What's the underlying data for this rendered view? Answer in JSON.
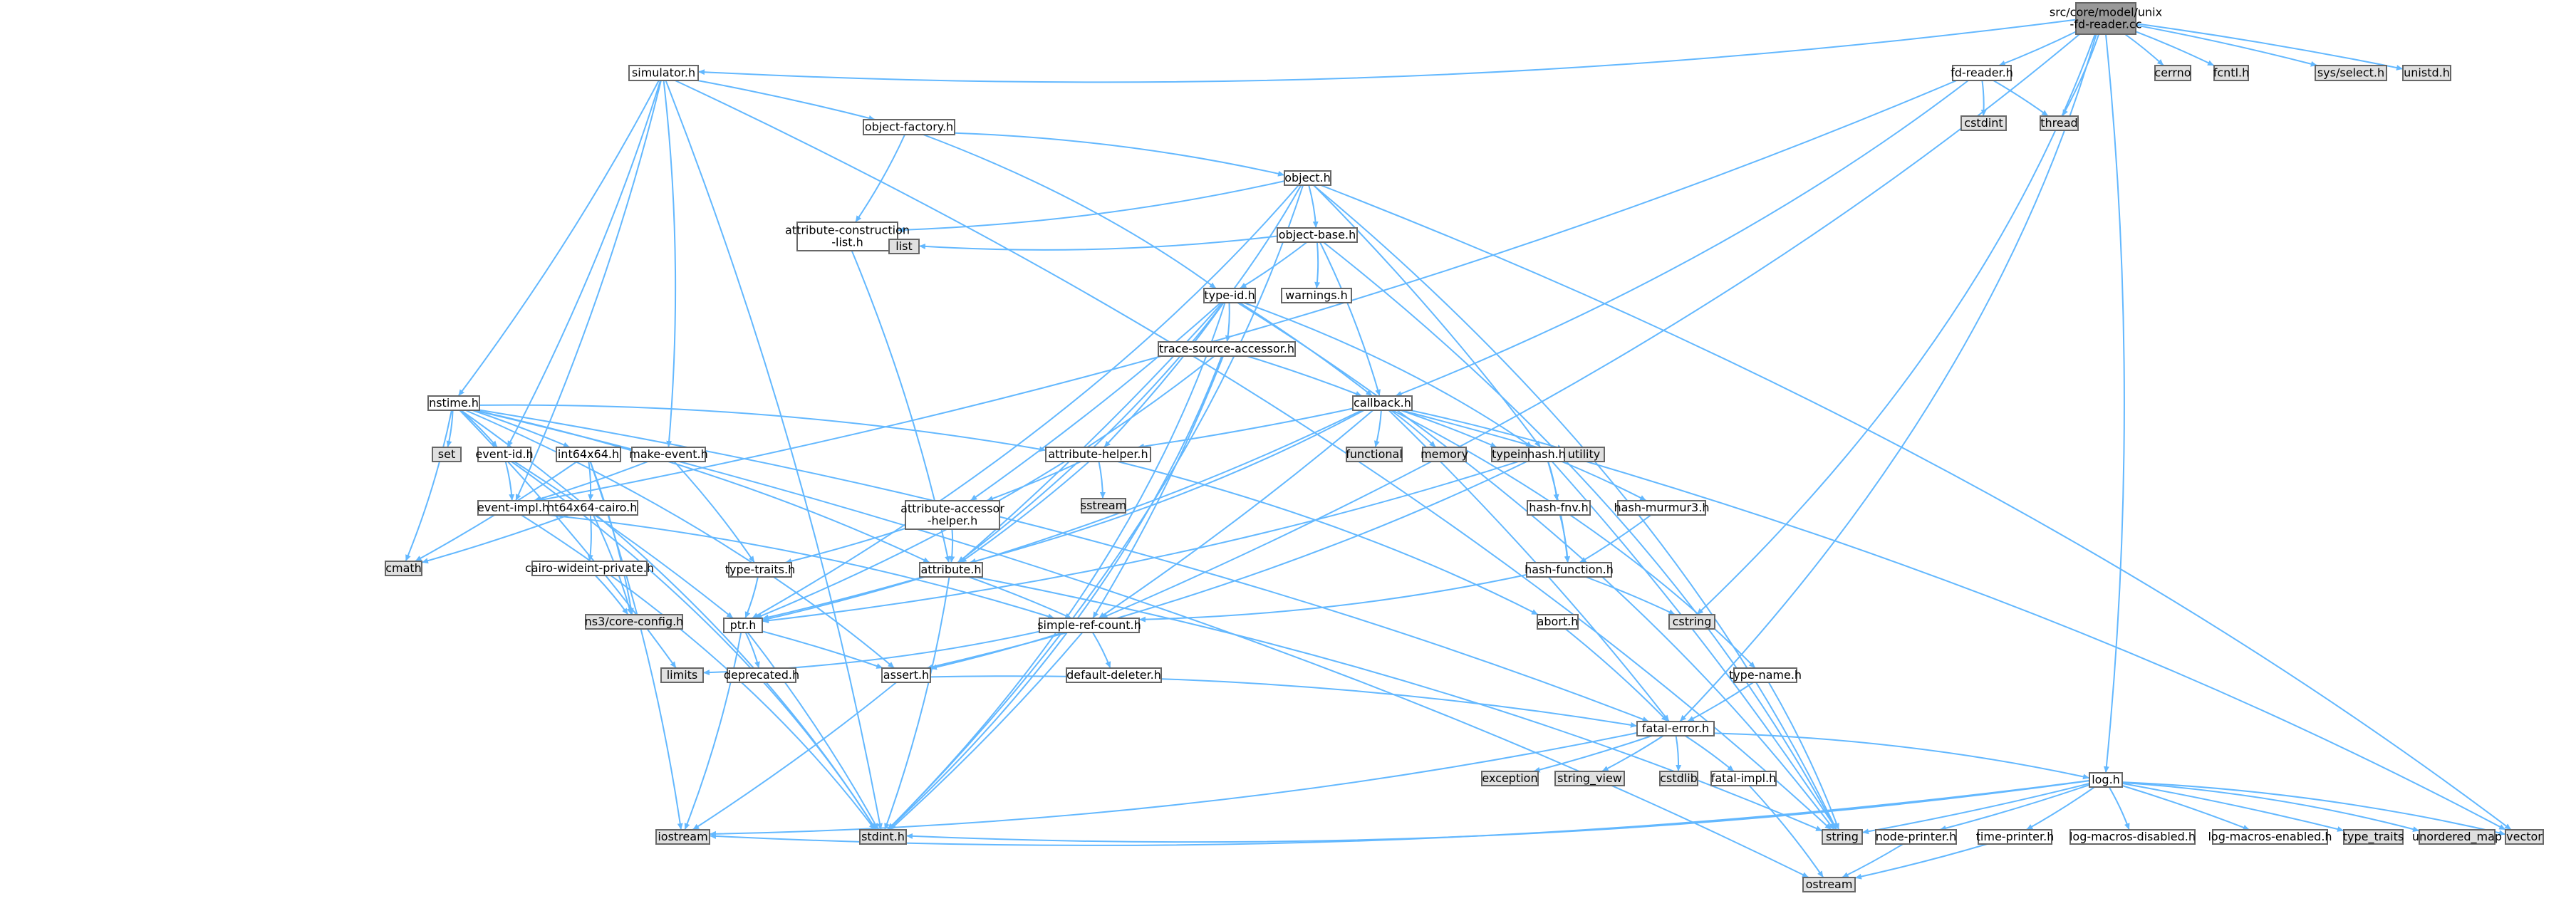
{
  "diagram": {
    "type": "dependency-graph",
    "colors": {
      "root_fill": "#999999",
      "file_fill": "#ffffff",
      "system_fill": "#e0e0e0",
      "edge": "#63b8ff",
      "border": "#666666"
    },
    "nodes": [
      {
        "id": "root",
        "lines": [
          "src/core/model/unix",
          "-fd-reader.cc"
        ],
        "kind": "root"
      },
      {
        "id": "simulator",
        "lines": [
          "simulator.h"
        ],
        "kind": "file"
      },
      {
        "id": "fdreader",
        "lines": [
          "fd-reader.h"
        ],
        "kind": "file"
      },
      {
        "id": "cerrno",
        "lines": [
          "cerrno"
        ],
        "kind": "system"
      },
      {
        "id": "fcntl",
        "lines": [
          "fcntl.h"
        ],
        "kind": "system"
      },
      {
        "id": "sysselect",
        "lines": [
          "sys/select.h"
        ],
        "kind": "system"
      },
      {
        "id": "unistd",
        "lines": [
          "unistd.h"
        ],
        "kind": "system"
      },
      {
        "id": "cstdint",
        "lines": [
          "cstdint"
        ],
        "kind": "system"
      },
      {
        "id": "thread",
        "lines": [
          "thread"
        ],
        "kind": "system"
      },
      {
        "id": "objfactory",
        "lines": [
          "object-factory.h"
        ],
        "kind": "file"
      },
      {
        "id": "object",
        "lines": [
          "object.h"
        ],
        "kind": "file"
      },
      {
        "id": "attrconst",
        "lines": [
          "attribute-construction",
          "-list.h"
        ],
        "kind": "file"
      },
      {
        "id": "objbase",
        "lines": [
          "object-base.h"
        ],
        "kind": "file"
      },
      {
        "id": "list",
        "lines": [
          "list"
        ],
        "kind": "system"
      },
      {
        "id": "typeid",
        "lines": [
          "type-id.h"
        ],
        "kind": "file"
      },
      {
        "id": "warnings",
        "lines": [
          "warnings.h"
        ],
        "kind": "file"
      },
      {
        "id": "tsa",
        "lines": [
          "trace-source-accessor.h"
        ],
        "kind": "file"
      },
      {
        "id": "nstime",
        "lines": [
          "nstime.h"
        ],
        "kind": "file"
      },
      {
        "id": "callback",
        "lines": [
          "callback.h"
        ],
        "kind": "file"
      },
      {
        "id": "set",
        "lines": [
          "set"
        ],
        "kind": "system"
      },
      {
        "id": "eventid",
        "lines": [
          "event-id.h"
        ],
        "kind": "file"
      },
      {
        "id": "makeevent",
        "lines": [
          "make-event.h"
        ],
        "kind": "file"
      },
      {
        "id": "attrhelper",
        "lines": [
          "attribute-helper.h"
        ],
        "kind": "file"
      },
      {
        "id": "functional",
        "lines": [
          "functional"
        ],
        "kind": "system"
      },
      {
        "id": "memory",
        "lines": [
          "memory"
        ],
        "kind": "system"
      },
      {
        "id": "typeinfo",
        "lines": [
          "typeinfo"
        ],
        "kind": "system"
      },
      {
        "id": "utility",
        "lines": [
          "utility"
        ],
        "kind": "system"
      },
      {
        "id": "hash",
        "lines": [
          "hash.h"
        ],
        "kind": "file"
      },
      {
        "id": "int64x64",
        "lines": [
          "int64x64.h"
        ],
        "kind": "file"
      },
      {
        "id": "sstream",
        "lines": [
          "sstream"
        ],
        "kind": "system"
      },
      {
        "id": "int64cairo",
        "lines": [
          "int64x64-cairo.h"
        ],
        "kind": "file"
      },
      {
        "id": "eventimpl",
        "lines": [
          "event-impl.h"
        ],
        "kind": "file"
      },
      {
        "id": "attracc",
        "lines": [
          "attribute-accessor",
          "-helper.h"
        ],
        "kind": "file"
      },
      {
        "id": "hashfnv",
        "lines": [
          "hash-fnv.h"
        ],
        "kind": "file"
      },
      {
        "id": "hashmurmur",
        "lines": [
          "hash-murmur3.h"
        ],
        "kind": "file"
      },
      {
        "id": "cmath",
        "lines": [
          "cmath"
        ],
        "kind": "system"
      },
      {
        "id": "cairowide",
        "lines": [
          "cairo-wideint-private.h"
        ],
        "kind": "file"
      },
      {
        "id": "typetraits",
        "lines": [
          "type-traits.h"
        ],
        "kind": "file"
      },
      {
        "id": "attribute",
        "lines": [
          "attribute.h"
        ],
        "kind": "file"
      },
      {
        "id": "hashfunc",
        "lines": [
          "hash-function.h"
        ],
        "kind": "file"
      },
      {
        "id": "nsconfig",
        "lines": [
          "ns3/core-config.h"
        ],
        "kind": "system"
      },
      {
        "id": "abort",
        "lines": [
          "abort.h"
        ],
        "kind": "file"
      },
      {
        "id": "cstring",
        "lines": [
          "cstring"
        ],
        "kind": "system"
      },
      {
        "id": "ptr",
        "lines": [
          "ptr.h"
        ],
        "kind": "file"
      },
      {
        "id": "simplerefcount",
        "lines": [
          "simple-ref-count.h"
        ],
        "kind": "file"
      },
      {
        "id": "limits",
        "lines": [
          "limits"
        ],
        "kind": "system"
      },
      {
        "id": "deprecated",
        "lines": [
          "deprecated.h"
        ],
        "kind": "file"
      },
      {
        "id": "assert",
        "lines": [
          "assert.h"
        ],
        "kind": "file"
      },
      {
        "id": "defdeleter",
        "lines": [
          "default-deleter.h"
        ],
        "kind": "file"
      },
      {
        "id": "typename",
        "lines": [
          "type-name.h"
        ],
        "kind": "file"
      },
      {
        "id": "fatalerror",
        "lines": [
          "fatal-error.h"
        ],
        "kind": "file"
      },
      {
        "id": "exception",
        "lines": [
          "exception"
        ],
        "kind": "system"
      },
      {
        "id": "stringview",
        "lines": [
          "string_view"
        ],
        "kind": "system"
      },
      {
        "id": "cstdlib",
        "lines": [
          "cstdlib"
        ],
        "kind": "system"
      },
      {
        "id": "fatalimpl",
        "lines": [
          "fatal-impl.h"
        ],
        "kind": "file"
      },
      {
        "id": "log",
        "lines": [
          "log.h"
        ],
        "kind": "file"
      },
      {
        "id": "iostream",
        "lines": [
          "iostream"
        ],
        "kind": "system"
      },
      {
        "id": "stdint",
        "lines": [
          "stdint.h"
        ],
        "kind": "system"
      },
      {
        "id": "string",
        "lines": [
          "string"
        ],
        "kind": "system"
      },
      {
        "id": "nodeprinter",
        "lines": [
          "node-printer.h"
        ],
        "kind": "file"
      },
      {
        "id": "timeprinter",
        "lines": [
          "time-printer.h"
        ],
        "kind": "file"
      },
      {
        "id": "logdisabled",
        "lines": [
          "log-macros-disabled.h"
        ],
        "kind": "file"
      },
      {
        "id": "logenabled",
        "lines": [
          "log-macros-enabled.h"
        ],
        "kind": "file"
      },
      {
        "id": "type_traits",
        "lines": [
          "type_traits"
        ],
        "kind": "system"
      },
      {
        "id": "unordered_map",
        "lines": [
          "unordered_map"
        ],
        "kind": "system"
      },
      {
        "id": "vector",
        "lines": [
          "vector"
        ],
        "kind": "system"
      },
      {
        "id": "ostream",
        "lines": [
          "ostream"
        ],
        "kind": "system"
      }
    ],
    "edges": [
      [
        "root",
        "simulator"
      ],
      [
        "root",
        "fdreader"
      ],
      [
        "root",
        "cerrno"
      ],
      [
        "root",
        "fcntl"
      ],
      [
        "root",
        "sysselect"
      ],
      [
        "root",
        "unistd"
      ],
      [
        "root",
        "thread"
      ],
      [
        "root",
        "cstring"
      ],
      [
        "root",
        "fatalerror"
      ],
      [
        "root",
        "log"
      ],
      [
        "root",
        "simplerefcount"
      ],
      [
        "fdreader",
        "cstdint"
      ],
      [
        "fdreader",
        "thread"
      ],
      [
        "fdreader",
        "callback"
      ],
      [
        "fdreader",
        "eventimpl"
      ],
      [
        "simulator",
        "objfactory"
      ],
      [
        "simulator",
        "nstime"
      ],
      [
        "simulator",
        "makeevent"
      ],
      [
        "simulator",
        "eventid"
      ],
      [
        "simulator",
        "eventimpl"
      ],
      [
        "simulator",
        "stdint"
      ],
      [
        "simulator",
        "string"
      ],
      [
        "objfactory",
        "object"
      ],
      [
        "objfactory",
        "attrconst"
      ],
      [
        "objfactory",
        "typeid"
      ],
      [
        "object",
        "objbase"
      ],
      [
        "object",
        "attrconst"
      ],
      [
        "object",
        "attribute"
      ],
      [
        "object",
        "ptr"
      ],
      [
        "object",
        "hash"
      ],
      [
        "object",
        "stdint"
      ],
      [
        "object",
        "string"
      ],
      [
        "object",
        "vector"
      ],
      [
        "attrconst",
        "list"
      ],
      [
        "attrconst",
        "attribute"
      ],
      [
        "objbase",
        "list"
      ],
      [
        "objbase",
        "typeid"
      ],
      [
        "objbase",
        "warnings"
      ],
      [
        "objbase",
        "callback"
      ],
      [
        "objbase",
        "string"
      ],
      [
        "typeid",
        "tsa"
      ],
      [
        "typeid",
        "callback"
      ],
      [
        "typeid",
        "attribute"
      ],
      [
        "typeid",
        "attrhelper"
      ],
      [
        "typeid",
        "attracc"
      ],
      [
        "typeid",
        "hash"
      ],
      [
        "typeid",
        "stdint"
      ],
      [
        "typeid",
        "string"
      ],
      [
        "tsa",
        "callback"
      ],
      [
        "tsa",
        "ptr"
      ],
      [
        "tsa",
        "simplerefcount"
      ],
      [
        "tsa",
        "stdint"
      ],
      [
        "nstime",
        "set"
      ],
      [
        "nstime",
        "eventid"
      ],
      [
        "nstime",
        "int64x64"
      ],
      [
        "nstime",
        "attrhelper"
      ],
      [
        "nstime",
        "attribute"
      ],
      [
        "nstime",
        "assert"
      ],
      [
        "nstime",
        "limits"
      ],
      [
        "nstime",
        "cmath"
      ],
      [
        "nstime",
        "ostream"
      ],
      [
        "nstime",
        "stdint"
      ],
      [
        "nstime",
        "fatalerror"
      ],
      [
        "callback",
        "functional"
      ],
      [
        "callback",
        "memory"
      ],
      [
        "callback",
        "typeinfo"
      ],
      [
        "callback",
        "utility"
      ],
      [
        "callback",
        "attrhelper"
      ],
      [
        "callback",
        "attribute"
      ],
      [
        "callback",
        "ptr"
      ],
      [
        "callback",
        "simplerefcount"
      ],
      [
        "callback",
        "fatalerror"
      ],
      [
        "callback",
        "typename"
      ],
      [
        "callback",
        "vector"
      ],
      [
        "eventid",
        "eventimpl"
      ],
      [
        "eventid",
        "ptr"
      ],
      [
        "eventid",
        "stdint"
      ],
      [
        "makeevent",
        "eventimpl"
      ],
      [
        "makeevent",
        "typetraits"
      ],
      [
        "attrhelper",
        "sstream"
      ],
      [
        "attrhelper",
        "attracc"
      ],
      [
        "attrhelper",
        "attribute"
      ],
      [
        "attrhelper",
        "abort"
      ],
      [
        "hash",
        "hashfnv"
      ],
      [
        "hash",
        "hashmurmur"
      ],
      [
        "hash",
        "hashfunc"
      ],
      [
        "hash",
        "assert"
      ],
      [
        "hash",
        "ptr"
      ],
      [
        "hash",
        "string"
      ],
      [
        "int64x64",
        "int64cairo"
      ],
      [
        "int64x64",
        "nsconfig"
      ],
      [
        "int64x64",
        "cmath"
      ],
      [
        "int64x64",
        "iostream"
      ],
      [
        "int64cairo",
        "cairowide"
      ],
      [
        "int64cairo",
        "nsconfig"
      ],
      [
        "int64cairo",
        "cmath"
      ],
      [
        "cairowide",
        "nsconfig"
      ],
      [
        "eventimpl",
        "simplerefcount"
      ],
      [
        "eventimpl",
        "stdint"
      ],
      [
        "attracc",
        "attribute"
      ],
      [
        "attracc",
        "typetraits"
      ],
      [
        "hashfnv",
        "hashfunc"
      ],
      [
        "hashmurmur",
        "hashfunc"
      ],
      [
        "hashfunc",
        "simplerefcount"
      ],
      [
        "hashfunc",
        "cstring"
      ],
      [
        "typetraits",
        "ptr"
      ],
      [
        "attribute",
        "ptr"
      ],
      [
        "attribute",
        "simplerefcount"
      ],
      [
        "attribute",
        "string"
      ],
      [
        "attribute",
        "stdint"
      ],
      [
        "abort",
        "fatalerror"
      ],
      [
        "ptr",
        "assert"
      ],
      [
        "ptr",
        "deprecated"
      ],
      [
        "ptr",
        "iostream"
      ],
      [
        "ptr",
        "stdint"
      ],
      [
        "simplerefcount",
        "assert"
      ],
      [
        "simplerefcount",
        "defdeleter"
      ],
      [
        "simplerefcount",
        "limits"
      ],
      [
        "simplerefcount",
        "stdint"
      ],
      [
        "assert",
        "fatalerror"
      ],
      [
        "assert",
        "iostream"
      ],
      [
        "typename",
        "fatalerror"
      ],
      [
        "typename",
        "string"
      ],
      [
        "fatalerror",
        "log"
      ],
      [
        "fatalerror",
        "exception"
      ],
      [
        "fatalerror",
        "stringview"
      ],
      [
        "fatalerror",
        "cstdlib"
      ],
      [
        "fatalerror",
        "fatalimpl"
      ],
      [
        "fatalerror",
        "iostream"
      ],
      [
        "fatalimpl",
        "ostream"
      ],
      [
        "log",
        "iostream"
      ],
      [
        "log",
        "stdint"
      ],
      [
        "log",
        "string"
      ],
      [
        "log",
        "nodeprinter"
      ],
      [
        "log",
        "timeprinter"
      ],
      [
        "log",
        "logdisabled"
      ],
      [
        "log",
        "logenabled"
      ],
      [
        "log",
        "type_traits"
      ],
      [
        "log",
        "unordered_map"
      ],
      [
        "log",
        "vector"
      ],
      [
        "nodeprinter",
        "ostream"
      ],
      [
        "timeprinter",
        "ostream"
      ]
    ]
  }
}
